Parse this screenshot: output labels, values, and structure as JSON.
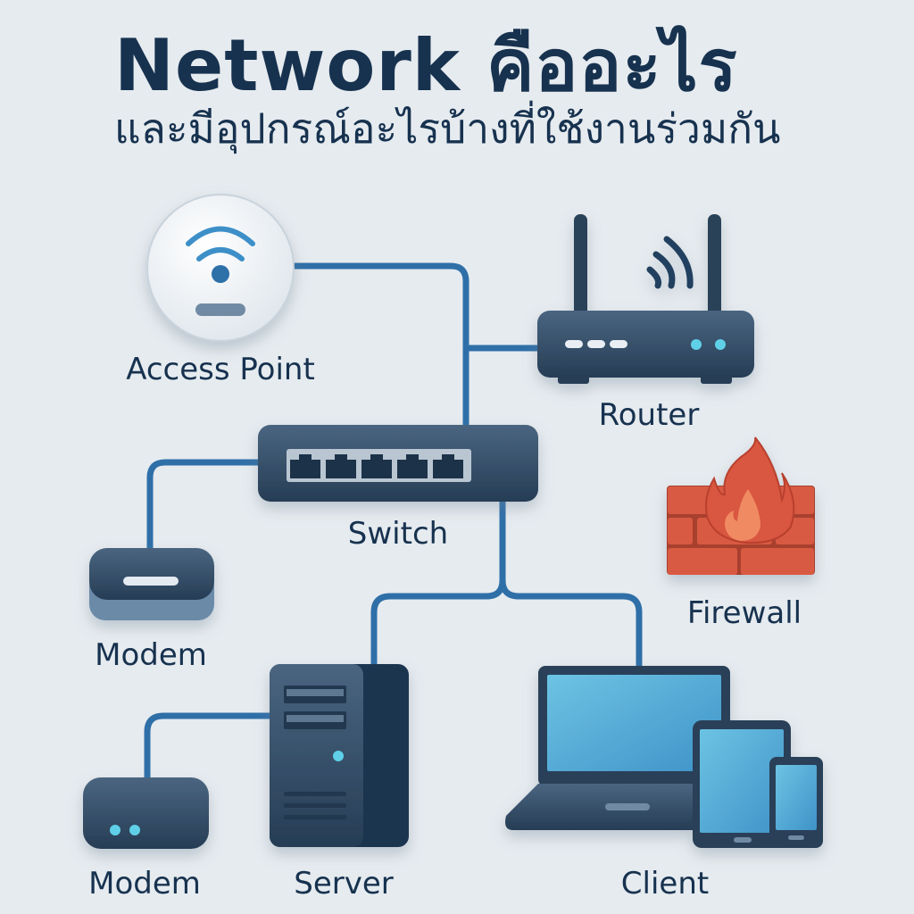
{
  "header": {
    "title": "Network คืออะไร",
    "subtitle": "และมีอุปกรณ์อะไรบ้างที่ใช้งานร่วมกัน"
  },
  "devices": {
    "access_point": {
      "label": "Access Point",
      "icon": "wifi-access-point-icon"
    },
    "router": {
      "label": "Router",
      "icon": "router-icon"
    },
    "switch": {
      "label": "Switch",
      "icon": "network-switch-icon",
      "ports": 5
    },
    "firewall": {
      "label": "Firewall",
      "icon": "firewall-icon"
    },
    "modem_top": {
      "label": "Modem",
      "icon": "modem-icon"
    },
    "modem_bottom": {
      "label": "Modem",
      "icon": "modem-icon"
    },
    "server": {
      "label": "Server",
      "icon": "server-tower-icon"
    },
    "client": {
      "label": "Client",
      "icon": "laptop-tablet-phone-icon"
    }
  },
  "colors": {
    "background": "#e6ebef",
    "text": "#17324f",
    "device_dark": "#2f4a63",
    "cable": "#2f6fa8",
    "led": "#5fd0e8",
    "firewall": "#d9573f",
    "screen": "#4fa6d6"
  }
}
